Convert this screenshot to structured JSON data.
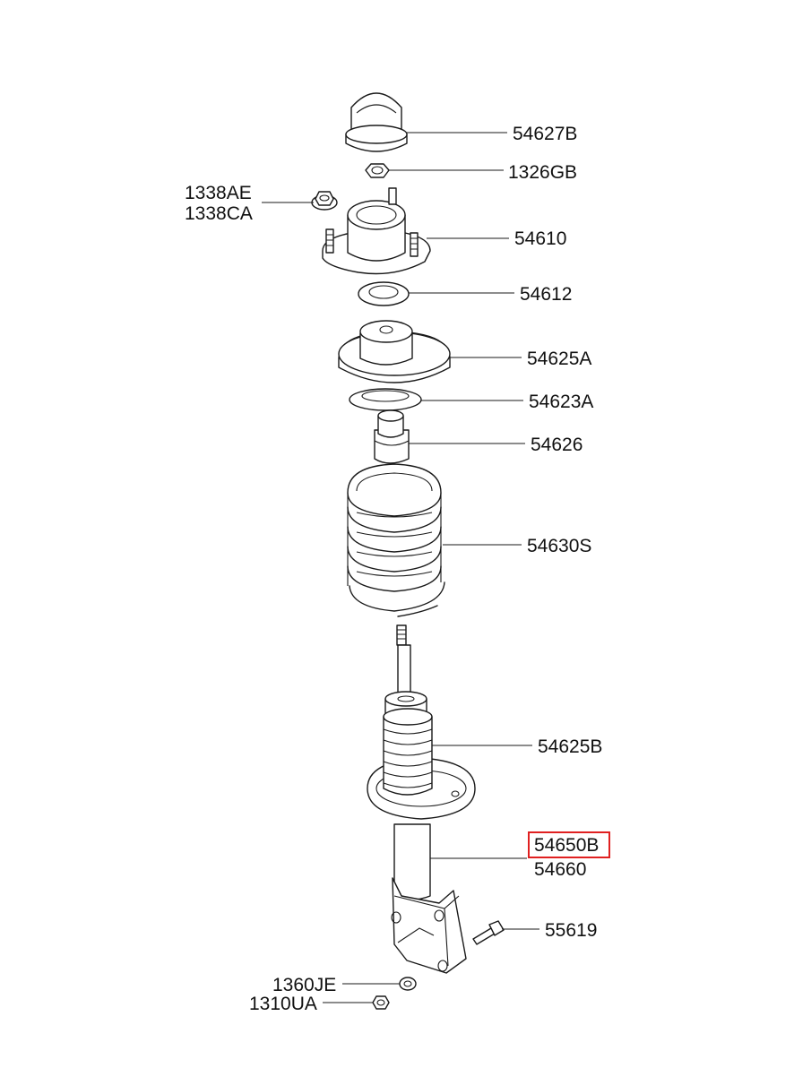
{
  "labels": {
    "p54627B": "54627B",
    "p1326GB": "1326GB",
    "p1338AE": "1338AE",
    "p1338CA": "1338CA",
    "p54610": "54610",
    "p54612": "54612",
    "p54625A": "54625A",
    "p54623A": "54623A",
    "p54626": "54626",
    "p54630S": "54630S",
    "p54625B": "54625B",
    "p54650B": "54650B",
    "p54660": "54660",
    "p55619": "55619",
    "p1360JE": "1360JE",
    "p1310UA": "1310UA"
  },
  "highlight": {
    "part": "54650B",
    "color": "#e02020"
  }
}
